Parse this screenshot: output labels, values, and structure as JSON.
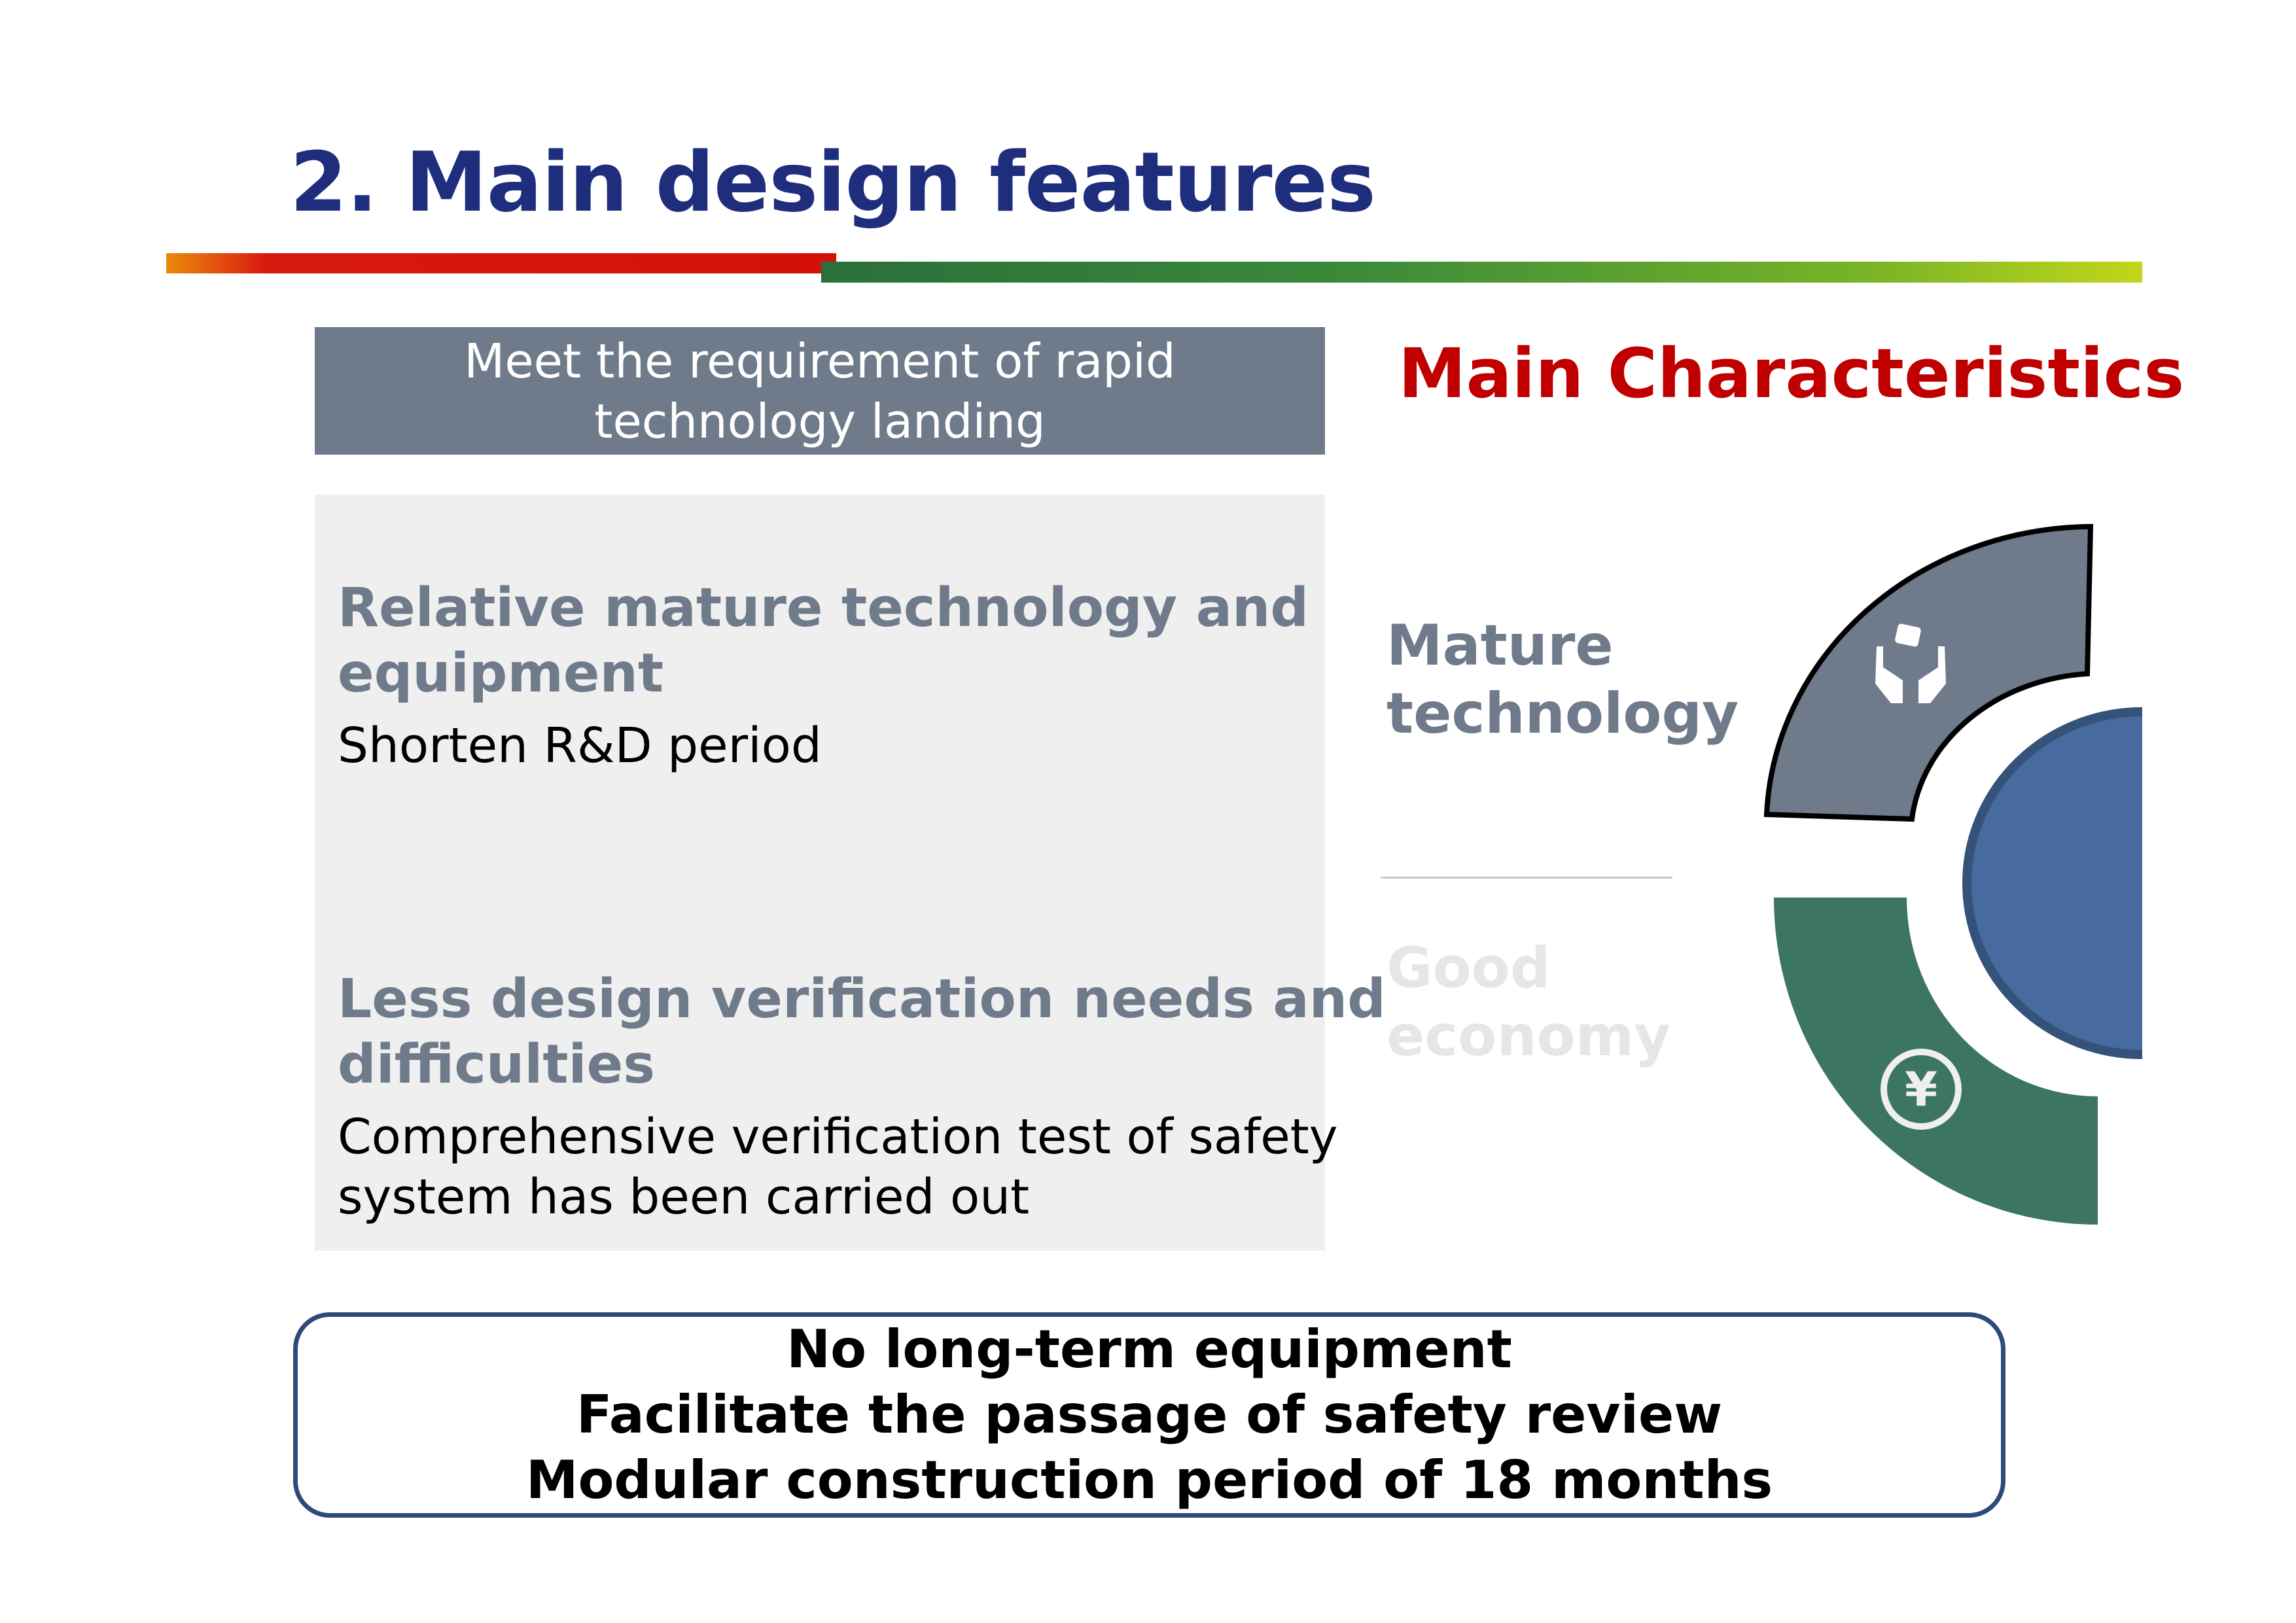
{
  "title": "2. Main design features",
  "requirement_box": {
    "line1": "Meet the requirement of rapid",
    "line2": "technology landing"
  },
  "left_panel": {
    "item1": {
      "heading_line1": "Relative mature technology and",
      "heading_line2": "equipment",
      "body": "Shorten R&D period"
    },
    "item2": {
      "heading_line1": "Less design verification needs and",
      "heading_line2": "difficulties",
      "body_line1": "Comprehensive verification test of safety",
      "body_line2": "system has been carried out"
    }
  },
  "characteristics": {
    "heading": "Main Characteristics",
    "items": [
      {
        "line1": "Mature",
        "line2": "technology",
        "icon": "hands-holding-box-icon",
        "color": "#6f7a8b"
      },
      {
        "line1": "Good",
        "line2": "economy",
        "icon": "yen-coin-icon",
        "color": "#e6e6e8"
      }
    ]
  },
  "summary": {
    "line1": "No long-term equipment",
    "line2": "Facilitate the passage of safety review",
    "line3": "Modular construction period of 18 months"
  },
  "colors": {
    "title": "#1f2d7d",
    "accent_red": "#c00000",
    "gray_segment": "#6f7a8b",
    "green_segment": "#3c7563",
    "blue_circle": "#476a9f"
  }
}
